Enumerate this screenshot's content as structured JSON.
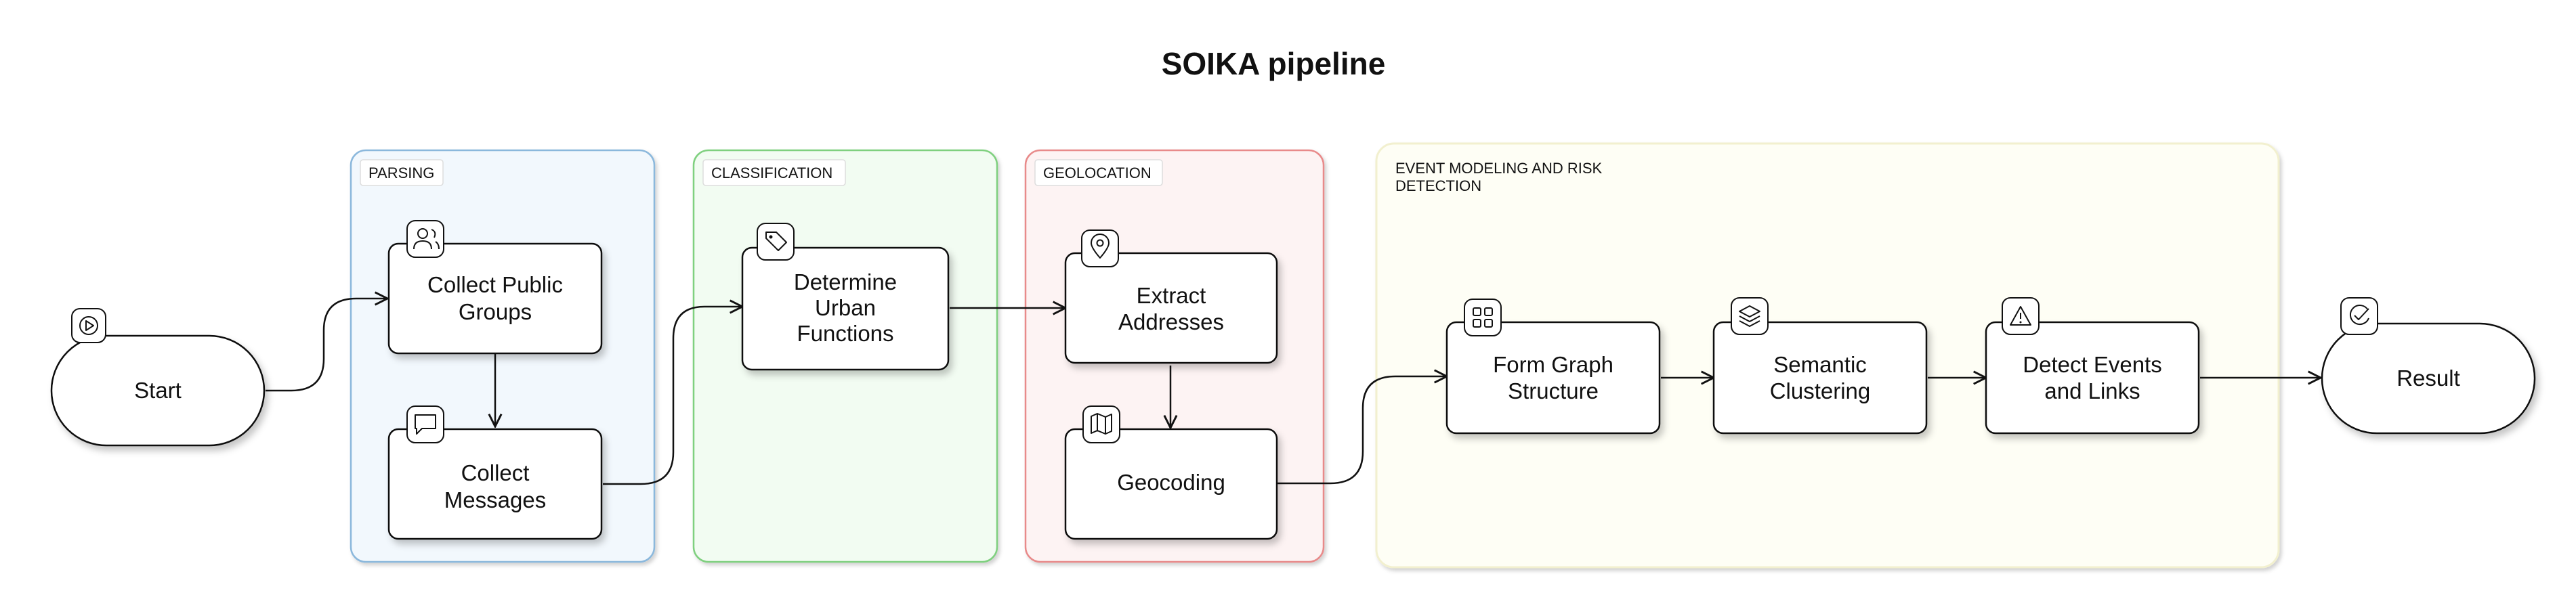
{
  "diagram": {
    "title": "SOIKA pipeline",
    "colors": {
      "parsing": "#8bb8dc",
      "parsing_fill": "#f2f8fd",
      "classification": "#7fd07f",
      "classification_fill": "#f2fcf2",
      "geolocation": "#e88a8a",
      "geolocation_fill": "#fdf3f3",
      "event": "#f2f0cf",
      "event_fill": "#fefef5"
    },
    "groups": {
      "parsing": "PARSING",
      "classification": "CLASSIFICATION",
      "geolocation": "GEOLOCATION",
      "event_line1": "EVENT MODELING AND RISK",
      "event_line2": "DETECTION"
    },
    "nodes": {
      "start": {
        "line1": "Start",
        "icon": "play-icon"
      },
      "collect_public_groups": {
        "line1": "Collect Public",
        "line2": "Groups",
        "icon": "users-icon"
      },
      "collect_messages": {
        "line1": "Collect",
        "line2": "Messages",
        "icon": "message-icon"
      },
      "determine_urban_functions": {
        "line1": "Determine",
        "line2": "Urban",
        "line3": "Functions",
        "icon": "tag-icon"
      },
      "extract_addresses": {
        "line1": "Extract",
        "line2": "Addresses",
        "icon": "map-pin-icon"
      },
      "geocoding": {
        "line1": "Geocoding",
        "icon": "map-icon"
      },
      "form_graph_structure": {
        "line1": "Form Graph",
        "line2": "Structure",
        "icon": "grid-icon"
      },
      "semantic_clustering": {
        "line1": "Semantic",
        "line2": "Clustering",
        "icon": "layers-icon"
      },
      "detect_events_and_links": {
        "line1": "Detect Events",
        "line2": "and Links",
        "icon": "alert-triangle-icon"
      },
      "result": {
        "line1": "Result",
        "icon": "check-circle-icon"
      }
    }
  }
}
